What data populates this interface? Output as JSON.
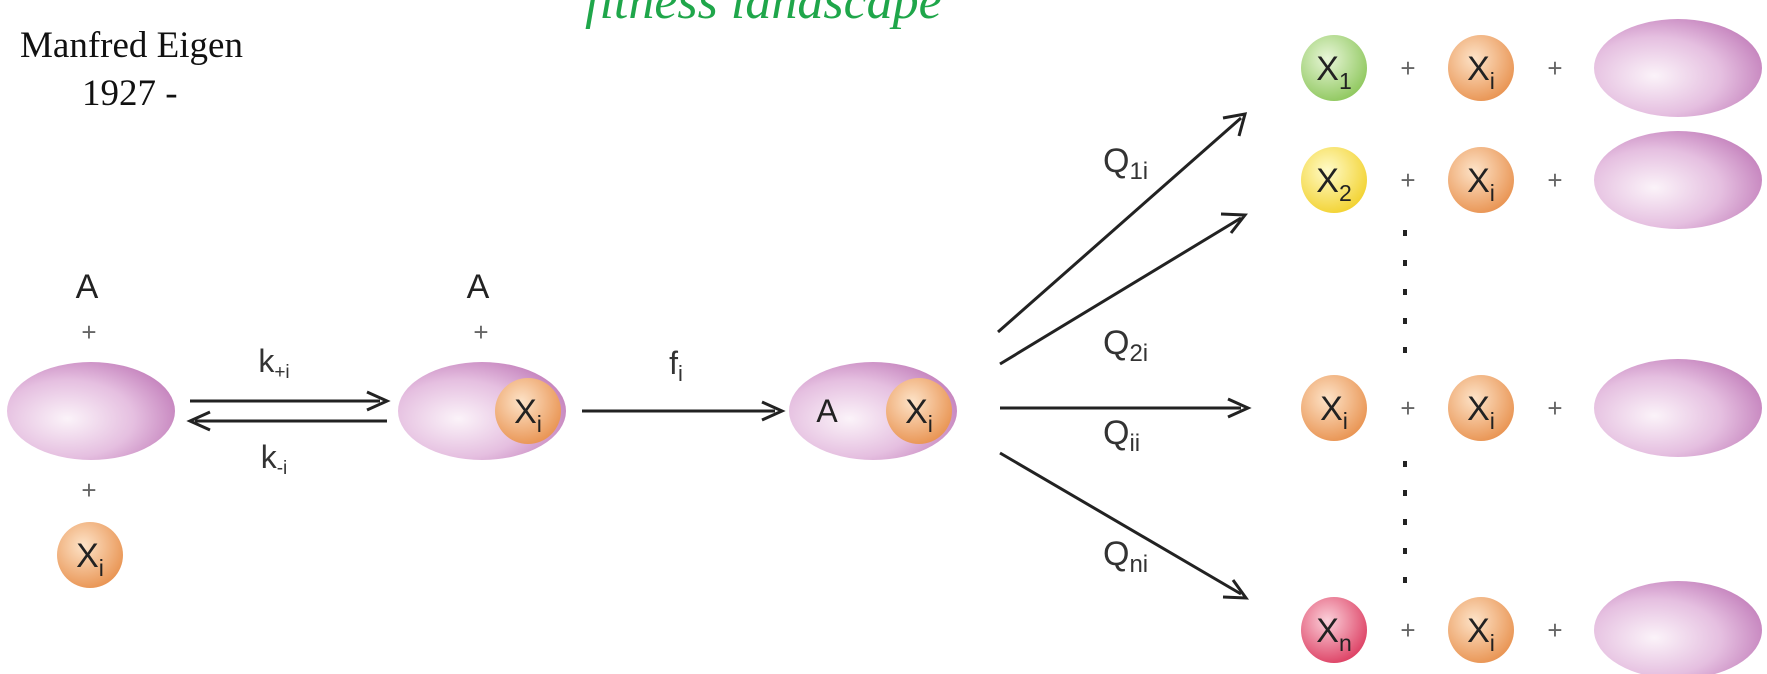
{
  "title": "fitness landscape",
  "author": {
    "name": "Manfred Eigen",
    "years": "1927 -"
  },
  "colors": {
    "title": "#1fa64a",
    "enzyme_light": "#fbf3f9",
    "enzyme_dark": "#c07ab8",
    "xi_light": "#fde3c8",
    "xi_dark": "#e8914e",
    "x1_light": "#e8f6d8",
    "x1_dark": "#8cc65a",
    "x2_light": "#fffbc8",
    "x2_dark": "#f2d12c",
    "xn_light": "#fbd0da",
    "xn_dark": "#dc3c60"
  },
  "species": {
    "a": "A",
    "x": "X",
    "sub_i": "i",
    "sub_1": "1",
    "sub_2": "2",
    "sub_n": "n",
    "plus": "+"
  },
  "rates": {
    "forward": {
      "main": "k",
      "sub": "+i"
    },
    "backward": {
      "main": "k",
      "sub": "-i"
    },
    "fitness": {
      "main": "f",
      "sub": "i"
    }
  },
  "mutation_probabilities": [
    {
      "main": "Q",
      "sub": "1i"
    },
    {
      "main": "Q",
      "sub": "2i"
    },
    {
      "main": "Q",
      "sub": "ii"
    },
    {
      "main": "Q",
      "sub": "ni"
    }
  ],
  "product_rows": [
    {
      "subscript": "1",
      "tint": "x1"
    },
    {
      "subscript": "2",
      "tint": "x2"
    },
    {
      "subscript": "i",
      "tint": "xi"
    },
    {
      "subscript": "n",
      "tint": "xn"
    }
  ]
}
